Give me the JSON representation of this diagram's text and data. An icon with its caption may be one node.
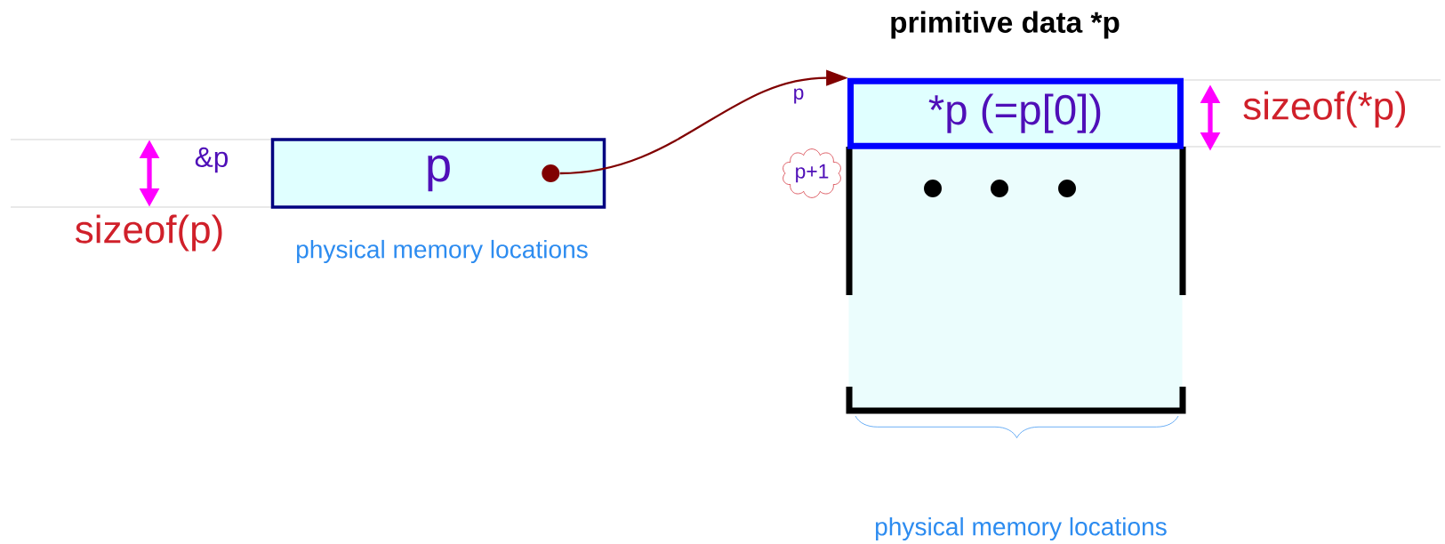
{
  "diagram": {
    "nodes": [
      {
        "text": [
          "p"
        ]
      },
      {
        "text": [],
        "shape": "circle",
        "in": 0
      },
      {
        "text": [
          "primitive data *p"
        ]
      },
      {
        "text": [
          "*p (=p[0])"
        ],
        "in": 2
      },
      {
        "text": [
          "p+1"
        ]
      }
    ],
    "edges": [
      {
        "from": 1,
        "to": 3,
        "arrow": "to",
        "color": "#800000"
      }
    ],
    "labels": [
      "p",
      "&p",
      "sizeof(*p)",
      "sizeof(p)",
      "physical memory locations",
      "physical memory locations"
    ]
  }
}
